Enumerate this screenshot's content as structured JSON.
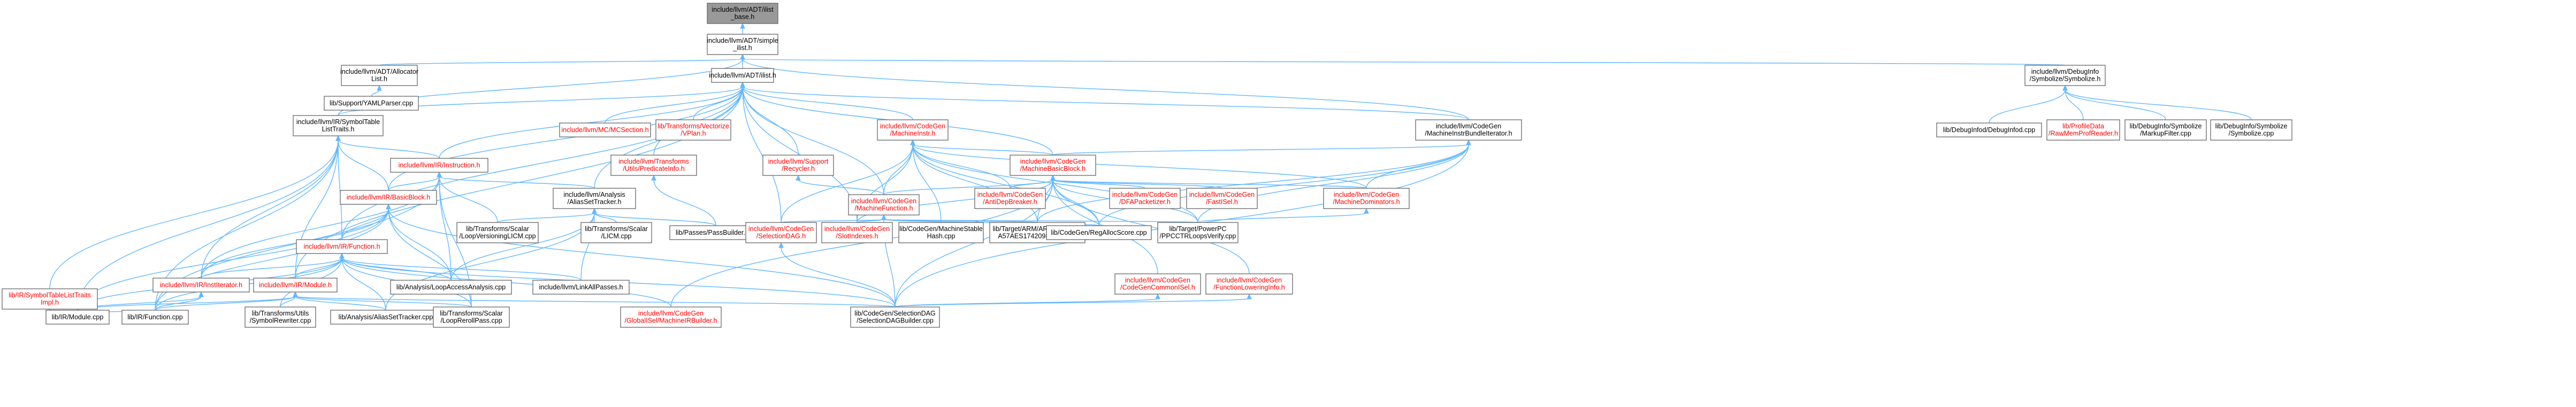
{
  "graph": {
    "edge_color": "#63b8ff",
    "node_border_color": "#666666",
    "root_fill": "#999999",
    "node_fill": "#ffffff",
    "link_text_color": "#000000",
    "red_text_color": "#ff0000"
  },
  "nodes": [
    {
      "id": "n_iterbase",
      "lines": [
        "include/llvm/ADT/ilist",
        "_base.h"
      ],
      "kind": "root",
      "red": false
    },
    {
      "id": "n_simple",
      "lines": [
        "include/llvm/ADT/simple",
        "_ilist.h"
      ],
      "kind": "plain",
      "red": false
    },
    {
      "id": "n_alloclist",
      "lines": [
        "include/llvm/ADT/Allocator",
        "List.h"
      ],
      "kind": "plain",
      "red": false
    },
    {
      "id": "n_ilist",
      "lines": [
        "include/llvm/ADT/ilist.h"
      ],
      "kind": "plain",
      "red": false
    },
    {
      "id": "n_symbolizer",
      "lines": [
        "include/llvm/DebugInfo",
        "/Symbolize/Symbolize.h"
      ],
      "kind": "plain",
      "red": false
    },
    {
      "id": "n_yaml",
      "lines": [
        "lib/Support/YAMLParser.cpp"
      ],
      "kind": "plain",
      "red": false
    },
    {
      "id": "n_symtab",
      "lines": [
        "include/llvm/IR/SymbolTable",
        "ListTraits.h"
      ],
      "kind": "plain",
      "red": false
    },
    {
      "id": "n_mcsection",
      "lines": [
        "include/llvm/MC/MCSection.h"
      ],
      "kind": "plain",
      "red": true
    },
    {
      "id": "n_vplan",
      "lines": [
        "lib/Transforms/Vectorize",
        "/VPlan.h"
      ],
      "kind": "plain",
      "red": true
    },
    {
      "id": "n_machinstr",
      "lines": [
        "include/llvm/CodeGen",
        "/MachineInstr.h"
      ],
      "kind": "plain",
      "red": true
    },
    {
      "id": "n_mibundle",
      "lines": [
        "include/llvm/CodeGen",
        "/MachineInstrBundleIterator.h"
      ],
      "kind": "plain",
      "red": false
    },
    {
      "id": "n_dbgtool",
      "lines": [
        "lib/DebugInfod/DebugInfod.cpp"
      ],
      "kind": "plain",
      "red": false
    },
    {
      "id": "n_rawmemprof",
      "lines": [
        "lib/ProfileData",
        "/RawMemProfReader.h"
      ],
      "kind": "plain",
      "red": true
    },
    {
      "id": "n_markupfilter",
      "lines": [
        "lib/DebugInfo/Symbolize",
        "/MarkupFilter.cpp"
      ],
      "kind": "plain",
      "red": false
    },
    {
      "id": "n_symbolizecpp",
      "lines": [
        "lib/DebugInfo/Symbolize",
        "/Symbolize.cpp"
      ],
      "kind": "plain",
      "red": false
    },
    {
      "id": "n_instruction",
      "lines": [
        "include/llvm/IR/Instruction.h"
      ],
      "kind": "plain",
      "red": true
    },
    {
      "id": "n_predinfo",
      "lines": [
        "include/llvm/Transforms",
        "/Utils/PredicateInfo.h"
      ],
      "kind": "plain",
      "red": true
    },
    {
      "id": "n_recycler",
      "lines": [
        "include/llvm/Support",
        "/Recycler.h"
      ],
      "kind": "plain",
      "red": true
    },
    {
      "id": "n_mbb",
      "lines": [
        "include/llvm/CodeGen",
        "/MachineBasicBlock.h"
      ],
      "kind": "plain",
      "red": true
    },
    {
      "id": "n_symtabimpl",
      "lines": [
        "lib/IR/SymbolTableListTraits",
        "Impl.h"
      ],
      "kind": "plain",
      "red": true
    },
    {
      "id": "n_aliasset",
      "lines": [
        "include/llvm/Analysis",
        "/AliasSetTracker.h"
      ],
      "kind": "plain",
      "red": false
    },
    {
      "id": "n_basicblock",
      "lines": [
        "include/llvm/IR/BasicBlock.h"
      ],
      "kind": "plain",
      "red": true
    },
    {
      "id": "n_antidep",
      "lines": [
        "include/llvm/CodeGen",
        "/AntiDepBreaker.h"
      ],
      "kind": "plain",
      "red": true
    },
    {
      "id": "n_mf",
      "lines": [
        "include/llvm/CodeGen",
        "/MachineFunction.h"
      ],
      "kind": "plain",
      "red": true
    },
    {
      "id": "n_dfapack",
      "lines": [
        "include/llvm/CodeGen",
        "/DFAPacketizer.h"
      ],
      "kind": "plain",
      "red": true
    },
    {
      "id": "n_fastisel",
      "lines": [
        "include/llvm/CodeGen",
        "/FastISel.h"
      ],
      "kind": "plain",
      "red": true
    },
    {
      "id": "n_mdom",
      "lines": [
        "include/llvm/CodeGen",
        "/MachineDominators.h"
      ],
      "kind": "plain",
      "red": true
    },
    {
      "id": "n_loopvers",
      "lines": [
        "lib/Transforms/Scalar",
        "/LoopVersioningLICM.cpp"
      ],
      "kind": "plain",
      "red": false
    },
    {
      "id": "n_licm",
      "lines": [
        "lib/Transforms/Scalar",
        "/LICM.cpp"
      ],
      "kind": "plain",
      "red": false
    },
    {
      "id": "n_passbuilder",
      "lines": [
        "lib/Passes/PassBuilder.cpp"
      ],
      "kind": "plain",
      "red": false
    },
    {
      "id": "n_seldag",
      "lines": [
        "include/llvm/CodeGen",
        "/SelectionDAG.h"
      ],
      "kind": "plain",
      "red": true
    },
    {
      "id": "n_slotidx",
      "lines": [
        "include/llvm/CodeGen",
        "/SlotIndexes.h"
      ],
      "kind": "plain",
      "red": true
    },
    {
      "id": "n_mshash",
      "lines": [
        "lib/CodeGen/MachineStable",
        "Hash.cpp"
      ],
      "kind": "plain",
      "red": false
    },
    {
      "id": "n_a57",
      "lines": [
        "lib/Target/ARM/ARMFixCortex",
        "A57AES1742098Pass.cpp"
      ],
      "kind": "plain",
      "red": false
    },
    {
      "id": "n_regalloc",
      "lines": [
        "lib/CodeGen/RegAllocScore.cpp"
      ],
      "kind": "plain",
      "red": false
    },
    {
      "id": "n_ppcctr",
      "lines": [
        "lib/Target/PowerPC",
        "/PPCCTRLoopsVerify.cpp"
      ],
      "kind": "plain",
      "red": false
    },
    {
      "id": "n_function",
      "lines": [
        "include/llvm/IR/Function.h"
      ],
      "kind": "plain",
      "red": true
    },
    {
      "id": "n_loopaccess",
      "lines": [
        "lib/Analysis/LoopAccessAnalysis.cpp"
      ],
      "kind": "plain",
      "red": false
    },
    {
      "id": "n_linkall",
      "lines": [
        "include/llvm/LinkAllPasses.h"
      ],
      "kind": "plain",
      "red": false
    },
    {
      "id": "n_cgcommon",
      "lines": [
        "include/llvm/CodeGen",
        "/CodeGenCommonISel.h"
      ],
      "kind": "plain",
      "red": true
    },
    {
      "id": "n_funclower",
      "lines": [
        "include/llvm/CodeGen",
        "/FunctionLoweringInfo.h"
      ],
      "kind": "plain",
      "red": true
    },
    {
      "id": "n_institer",
      "lines": [
        "include/llvm/IR/InstIterator.h"
      ],
      "kind": "plain",
      "red": true
    },
    {
      "id": "n_module",
      "lines": [
        "include/llvm/IR/Module.h"
      ],
      "kind": "plain",
      "red": true
    },
    {
      "id": "n_modcpp",
      "lines": [
        "lib/IR/Module.cpp"
      ],
      "kind": "plain",
      "red": false
    },
    {
      "id": "n_funccpp",
      "lines": [
        "lib/IR/Function.cpp"
      ],
      "kind": "plain",
      "red": false
    },
    {
      "id": "n_symrewriter",
      "lines": [
        "lib/Transforms/Utils",
        "/SymbolRewriter.cpp"
      ],
      "kind": "plain",
      "red": false
    },
    {
      "id": "n_aliassetcpp",
      "lines": [
        "lib/Analysis/AliasSetTracker.cpp"
      ],
      "kind": "plain",
      "red": false
    },
    {
      "id": "n_looprerolll",
      "lines": [
        "lib/Transforms/Scalar",
        "/LoopRerollPass.cpp"
      ],
      "kind": "plain",
      "red": false
    },
    {
      "id": "n_globalisel",
      "lines": [
        "include/llvm/CodeGen",
        "/GlobalISel/MachineIRBuilder.h"
      ],
      "kind": "plain",
      "red": true
    },
    {
      "id": "n_seldagbuilder",
      "lines": [
        "lib/CodeGen/SelectionDAG",
        "/SelectionDAGBuilder.cpp"
      ],
      "kind": "plain",
      "red": false
    }
  ],
  "edges": [
    [
      "n_iterbase",
      "n_simple"
    ],
    [
      "n_simple",
      "n_alloclist"
    ],
    [
      "n_simple",
      "n_ilist"
    ],
    [
      "n_simple",
      "n_symbolizer"
    ],
    [
      "n_simple",
      "n_symtab"
    ],
    [
      "n_simple",
      "n_mibundle"
    ],
    [
      "n_alloclist",
      "n_yaml"
    ],
    [
      "n_ilist",
      "n_symtab"
    ],
    [
      "n_ilist",
      "n_mcsection"
    ],
    [
      "n_ilist",
      "n_vplan"
    ],
    [
      "n_ilist",
      "n_machinstr"
    ],
    [
      "n_ilist",
      "n_mibundle"
    ],
    [
      "n_ilist",
      "n_instruction"
    ],
    [
      "n_ilist",
      "n_predinfo"
    ],
    [
      "n_ilist",
      "n_recycler"
    ],
    [
      "n_ilist",
      "n_mbb"
    ],
    [
      "n_ilist",
      "n_aliasset"
    ],
    [
      "n_ilist",
      "n_basicblock"
    ],
    [
      "n_ilist",
      "n_mf"
    ],
    [
      "n_ilist",
      "n_seldag"
    ],
    [
      "n_ilist",
      "n_slotidx"
    ],
    [
      "n_ilist",
      "n_function"
    ],
    [
      "n_ilist",
      "n_module"
    ],
    [
      "n_symbolizer",
      "n_dbgtool"
    ],
    [
      "n_symbolizer",
      "n_rawmemprof"
    ],
    [
      "n_symbolizer",
      "n_markupfilter"
    ],
    [
      "n_symbolizer",
      "n_symbolizecpp"
    ],
    [
      "n_symtab",
      "n_instruction"
    ],
    [
      "n_symtab",
      "n_basicblock"
    ],
    [
      "n_symtab",
      "n_symtabimpl"
    ],
    [
      "n_symtab",
      "n_function"
    ],
    [
      "n_symtab",
      "n_module"
    ],
    [
      "n_symtab",
      "n_institer"
    ],
    [
      "n_symtab",
      "n_modcpp"
    ],
    [
      "n_symtab",
      "n_funccpp"
    ],
    [
      "n_machinstr",
      "n_mbb"
    ],
    [
      "n_machinstr",
      "n_antidep"
    ],
    [
      "n_machinstr",
      "n_mf"
    ],
    [
      "n_machinstr",
      "n_slotidx"
    ],
    [
      "n_machinstr",
      "n_mshash"
    ],
    [
      "n_machinstr",
      "n_a57"
    ],
    [
      "n_machinstr",
      "n_regalloc"
    ],
    [
      "n_machinstr",
      "n_ppcctr"
    ],
    [
      "n_machinstr",
      "n_mdom"
    ],
    [
      "n_machinstr",
      "n_seldag"
    ],
    [
      "n_mibundle",
      "n_mbb"
    ],
    [
      "n_mibundle",
      "n_mdom"
    ],
    [
      "n_mibundle",
      "n_a57"
    ],
    [
      "n_mibundle",
      "n_regalloc"
    ],
    [
      "n_mibundle",
      "n_ppcctr"
    ],
    [
      "n_mibundle",
      "n_seldagbuilder"
    ],
    [
      "n_instruction",
      "n_basicblock"
    ],
    [
      "n_instruction",
      "n_aliasset"
    ],
    [
      "n_instruction",
      "n_loopvers"
    ],
    [
      "n_instruction",
      "n_loopaccess"
    ],
    [
      "n_instruction",
      "n_funccpp"
    ],
    [
      "n_instruction",
      "n_institer"
    ],
    [
      "n_instruction",
      "n_looprerolll"
    ],
    [
      "n_predinfo",
      "n_passbuilder"
    ],
    [
      "n_recycler",
      "n_mf"
    ],
    [
      "n_mbb",
      "n_mf"
    ],
    [
      "n_mbb",
      "n_antidep"
    ],
    [
      "n_mbb",
      "n_dfapack"
    ],
    [
      "n_mbb",
      "n_fastisel"
    ],
    [
      "n_mbb",
      "n_mdom"
    ],
    [
      "n_mbb",
      "n_slotidx"
    ],
    [
      "n_mbb",
      "n_a57"
    ],
    [
      "n_mbb",
      "n_regalloc"
    ],
    [
      "n_mbb",
      "n_ppcctr"
    ],
    [
      "n_mbb",
      "n_cgcommon"
    ],
    [
      "n_mbb",
      "n_funclower"
    ],
    [
      "n_mbb",
      "n_globalisel"
    ],
    [
      "n_mbb",
      "n_seldagbuilder"
    ],
    [
      "n_symtabimpl",
      "n_modcpp"
    ],
    [
      "n_symtabimpl",
      "n_funccpp"
    ],
    [
      "n_aliasset",
      "n_loopvers"
    ],
    [
      "n_aliasset",
      "n_licm"
    ],
    [
      "n_aliasset",
      "n_passbuilder"
    ],
    [
      "n_aliasset",
      "n_loopaccess"
    ],
    [
      "n_aliasset",
      "n_linkall"
    ],
    [
      "n_aliasset",
      "n_aliassetcpp"
    ],
    [
      "n_basicblock",
      "n_function"
    ],
    [
      "n_basicblock",
      "n_loopaccess"
    ],
    [
      "n_basicblock",
      "n_institer"
    ],
    [
      "n_basicblock",
      "n_modcpp"
    ],
    [
      "n_basicblock",
      "n_funccpp"
    ],
    [
      "n_basicblock",
      "n_looprerolll"
    ],
    [
      "n_basicblock",
      "n_seldagbuilder"
    ],
    [
      "n_mf",
      "n_seldag"
    ],
    [
      "n_mf",
      "n_slotidx"
    ],
    [
      "n_mf",
      "n_mshash"
    ],
    [
      "n_mf",
      "n_a57"
    ],
    [
      "n_mf",
      "n_regalloc"
    ],
    [
      "n_mf",
      "n_ppcctr"
    ],
    [
      "n_mf",
      "n_seldagbuilder"
    ],
    [
      "n_mdom",
      "n_ppcctr"
    ],
    [
      "n_seldag",
      "n_seldagbuilder"
    ],
    [
      "n_function",
      "n_module"
    ],
    [
      "n_function",
      "n_institer"
    ],
    [
      "n_function",
      "n_loopaccess"
    ],
    [
      "n_function",
      "n_linkall"
    ],
    [
      "n_function",
      "n_funccpp"
    ],
    [
      "n_function",
      "n_modcpp"
    ],
    [
      "n_function",
      "n_symrewriter"
    ],
    [
      "n_function",
      "n_aliassetcpp"
    ],
    [
      "n_function",
      "n_looprerolll"
    ],
    [
      "n_function",
      "n_globalisel"
    ],
    [
      "n_function",
      "n_seldagbuilder"
    ],
    [
      "n_cgcommon",
      "n_seldagbuilder"
    ],
    [
      "n_funclower",
      "n_seldagbuilder"
    ],
    [
      "n_institer",
      "n_modcpp"
    ],
    [
      "n_institer",
      "n_funccpp"
    ],
    [
      "n_module",
      "n_modcpp"
    ],
    [
      "n_module",
      "n_funccpp"
    ],
    [
      "n_module",
      "n_symrewriter"
    ],
    [
      "n_module",
      "n_aliassetcpp"
    ],
    [
      "n_module",
      "n_looprerolll"
    ],
    [
      "n_module",
      "n_seldagbuilder"
    ]
  ]
}
